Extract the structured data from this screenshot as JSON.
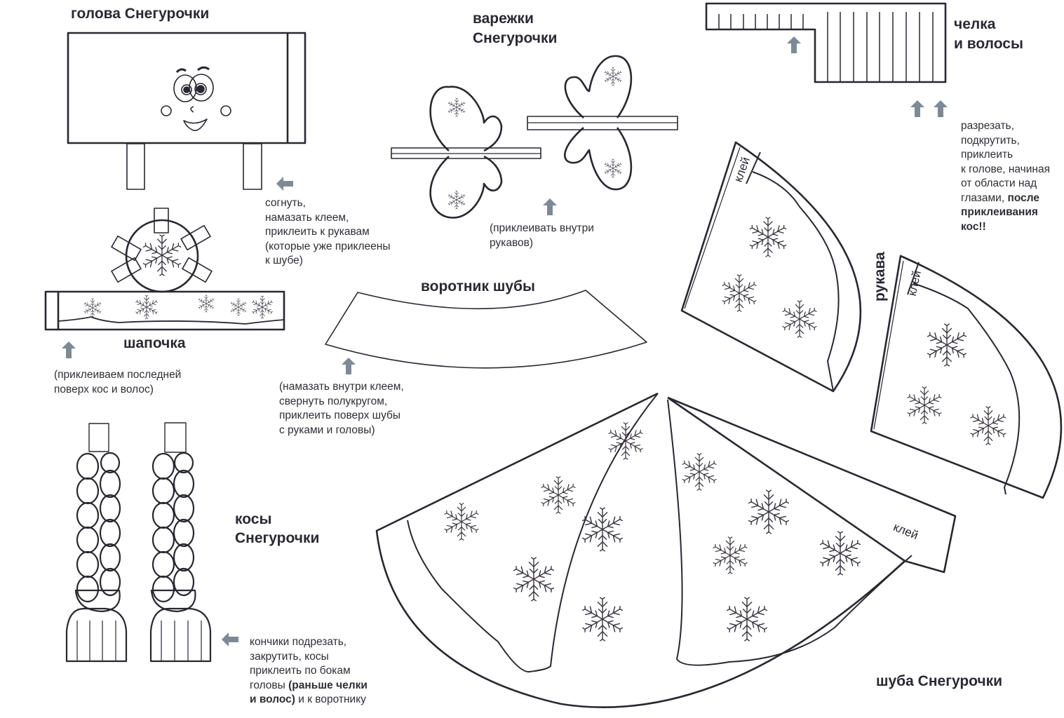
{
  "sheet": {
    "titles": {
      "head": "голова Снегурочки",
      "mittens_l1": "варежки",
      "mittens_l2": "Снегурочки",
      "bangs_l1": "челка",
      "bangs_l2": "и волосы",
      "hat": "шапочка",
      "collar": "воротник шубы",
      "sleeves": "рукава",
      "braids_l1": "косы",
      "braids_l2": "Снегурочки",
      "coat": "шуба Снегурочки"
    },
    "glue_label": "клей",
    "notes": {
      "head": [
        "согнуть,",
        "намазать клеем,",
        "приклеить к рукавам",
        "(которые уже приклеены",
        "к шубе)"
      ],
      "mittens": [
        "(приклеивать внутри",
        "рукавов)"
      ],
      "bangs": {
        "lines": [
          "разрезать,",
          "подкрутить,",
          "приклеить",
          "к голове, начиная",
          "от области над"
        ],
        "line6_normal": "глазами, ",
        "line6_bold": "после",
        "line7_bold": "приклеивания",
        "line8_bold": "кос!!"
      },
      "hat": [
        "(приклеиваем последней",
        "поверх кос и волос)"
      ],
      "collar": [
        "(намазать внутри клеем,",
        "свернуть полукругом,",
        "приклеить поверх шубы",
        "с руками и головы)"
      ],
      "braids": {
        "lines": [
          "кончики подрезать,",
          "закрутить, косы",
          "приклеить по бокам"
        ],
        "line4_normal": "головы ",
        "line4_bold": "(раньше челки",
        "line5_bold": "и волос)",
        "line5_normal": " и к воротнику"
      }
    },
    "icons": {
      "arrow": "arrow-icon",
      "snowflake": "snowflake-icon"
    },
    "colors": {
      "ink": "#2a2730",
      "arrow": "#7d8a96",
      "paper": "#ffffff"
    }
  }
}
